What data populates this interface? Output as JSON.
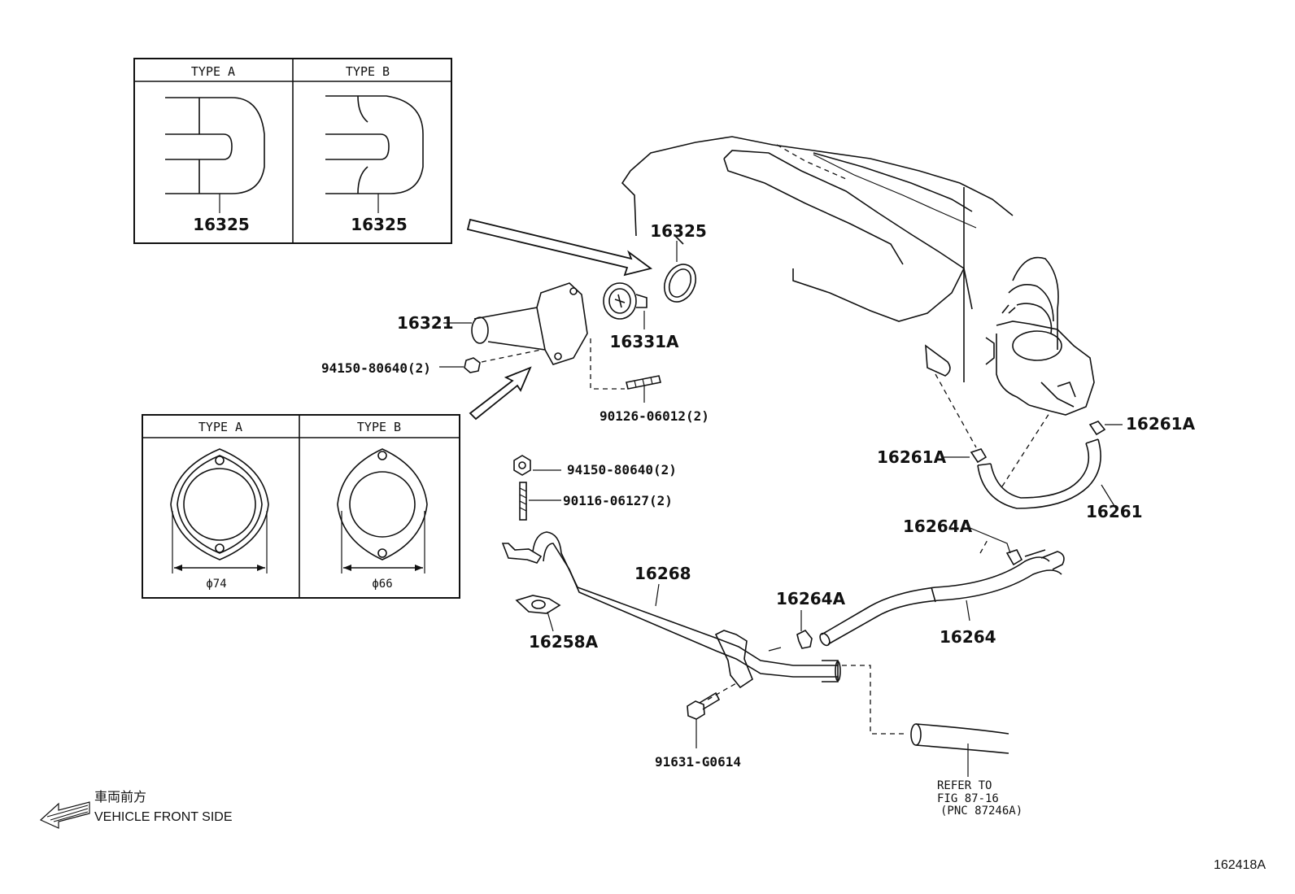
{
  "callouts": {
    "type_a_gasket_top": "16325",
    "type_b_gasket_top": "16325",
    "gasket_ring": "16325",
    "water_inlet": "16321",
    "thermostat": "16331A",
    "nut_upper": "94150-80640(2)",
    "stud_upper": "90126-06012(2)",
    "nut_lower": "94150-80640(2)",
    "stud_lower": "90116-06127(2)",
    "water_pipe": "16268",
    "gasket_pipe": "16258A",
    "bolt": "91631-G0614",
    "clamp_right": "16261A",
    "clamp_left": "16261A",
    "hose_upper": "16261",
    "clamp_hose_lower": "16264A",
    "clamp_pipe_end": "16264A",
    "hose_lower": "16264"
  },
  "type_boxes": {
    "top_a_title": "TYPE A",
    "top_b_title": "TYPE B",
    "bottom_a_title": "TYPE A",
    "bottom_b_title": "TYPE B",
    "dim_a": "ϕ74",
    "dim_b": "ϕ66"
  },
  "refer": {
    "line1": "REFER TO",
    "line2": "FIG 87-16",
    "line3": "(PNC 87246A)"
  },
  "front": {
    "jp": "車両前方",
    "en": "VEHICLE FRONT SIDE"
  },
  "figure_id": "162418A"
}
